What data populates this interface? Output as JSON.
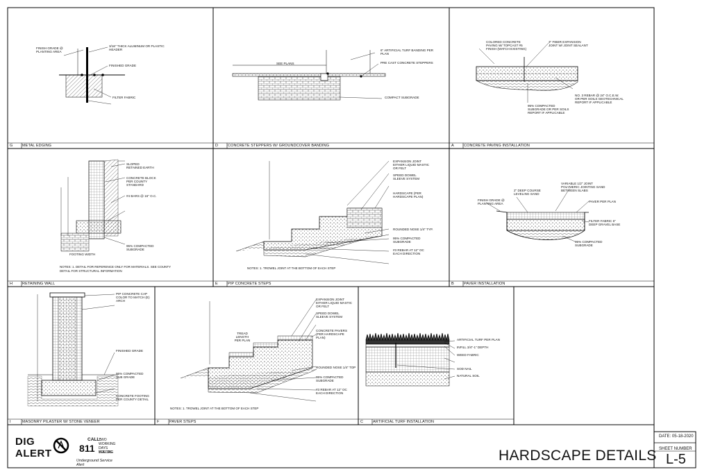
{
  "details": [
    {
      "letter": "G",
      "name": "METAL EDGING"
    },
    {
      "letter": "D",
      "name": "CONCRETE STEPPERS W/ GROUNDCOVER BANDING"
    },
    {
      "letter": "A",
      "name": "CONCRETE PAVING INSTALLATION"
    },
    {
      "letter": "H",
      "name": "RETAINING WALL"
    },
    {
      "letter": "E",
      "name": "PIP CONCRETE STEPS"
    },
    {
      "letter": "B",
      "name": "PAVER INSTALLATION"
    },
    {
      "letter": "I",
      "name": "MASONRY PILASTER W/ STONE VENEER"
    },
    {
      "letter": "F",
      "name": "PAVER STEPS"
    },
    {
      "letter": "C",
      "name": "ARTIFICIAL TURF INSTALLATION"
    }
  ],
  "callouts": {
    "g1": "FINISH GRADE @ PLANTING AREA",
    "g2": "3/16\" THICK ALUMINUM OR PLASTIC HEADER",
    "g3": "FINISHED GRADE",
    "g4": "FILTER FABRIC",
    "d1": "6\" ARTIFICIAL TURF BANDING PER PLAN",
    "d2": "PRE CAST CONCRETE STEPPERS",
    "d3": "SEE PLANS",
    "d4": "COMPACT SUBGRADE",
    "a1": "COLORED CONCRETE PAVING W/ TOPCAST #5 FINISH (MATCH EXISTING)",
    "a2": "3\" FIBER EXPANSION JOINT W/ JOINT SEALANT",
    "a3": "NO. 3 REBAR @ 24\" O.C.E.W. OR PER SOILS GEOTECHNICAL REPORT IF APPLICABLE",
    "a4": "95% COMPACTED SUBGRADE OR PER SOILS REPORT IF APPLICABLE",
    "b1": "VARIABLE 1/2\" JOINT POLYMERIC JOINTING SAND BETWEEN SLABS",
    "b2": "2\" DEEP COURSE LEVELING SAND",
    "b3": "FINISH GRADE @ PLANTING AREA",
    "b4": "PAVER PER PLAN",
    "b5": "FILTER FABRIC 6\" DEEP GRAVEL BASE",
    "b6": "95% COMPACTED SUBGRADE",
    "c1": "ARTIFICIAL TURF PER PLAN",
    "c2": "INFILL 3/4\"-1\" DEPTH",
    "c3": "WEED FABRIC",
    "c4": "SOD NAIL",
    "c5": "NATURAL SOIL",
    "e1": "EXPANSION JOINT EITHER LIQUID MASTIC OR FELT",
    "e2": "SPEED DOWEL SLEEVE SYSTEM",
    "e3": "HARDSCAPE (PER HARDSCAPE PLAN)",
    "e4": "ROUNDED NOSE 1/4\" TYP.",
    "e5": "95% COMPACTED SUBGRADE",
    "e6": "#3 REBAR AT 12\" OC EACH DIRECTION",
    "h1": "SLOPED RETAINED EARTH",
    "h2": "CONCRETE BLOCK PER COUNTY STANDARD",
    "h3": "#4 BARS @ 16\" O.C.",
    "h4": "FOOTING WIDTH",
    "h5": "95% COMPACTED SUBGRADE",
    "i1": "PIP CONCRETE CAP COLOR TO MATCH (E) ARCH",
    "i2": "FINISHED GRADE",
    "i3": "95% COMPACTED SUB GRADE",
    "i4": "CONCRETE FOOTING PER COUNTY DETAIL",
    "f1": "EXPANSION JOINT EITHER LIQUID MASTIC OR FELT",
    "f2": "SPEED DOWEL SLEEVE SYSTEM",
    "f3": "CONCRETE PAVERS (PER HARDSCAPE PLAN)",
    "f4": "ROUNDED NOSE 1/4\" TOP",
    "f5": "95% COMPACTED SUBGRADE",
    "f6": "#3 REBAR AT 12\" OC EACH DIRECTION",
    "f7": "TREAD LENGTH PER PLAN"
  },
  "notes": {
    "e": "NOTES: 1. TROWEL JOINT AT THE BOTTOM OF EACH STEP",
    "f": "NOTES: 1. TROWEL JOINT AT THE BOTTOM OF EACH STEP",
    "h": "NOTES: 1. DETAIL FOR REFERENCE ONLY FOR MATERIALS. SEE COUNTY DETAIL FOR STRUCTURAL INFORMATION"
  },
  "dig_alert": {
    "word1": "DIG",
    "word2": "ALERT",
    "call": "CALL:",
    "number": "811",
    "line1": "TWO",
    "line2": "WORKING",
    "line3": "DAYS BEFORE",
    "line4": "YOU DIG",
    "org": "Underground Service Alert"
  },
  "title_block": {
    "sheet_title": "HARDSCAPE DETAILS",
    "date_label": "DATE:",
    "date": "05-18-2020",
    "sheet_number_label": "SHEET NUMBER",
    "sheet_number": "L-5"
  }
}
